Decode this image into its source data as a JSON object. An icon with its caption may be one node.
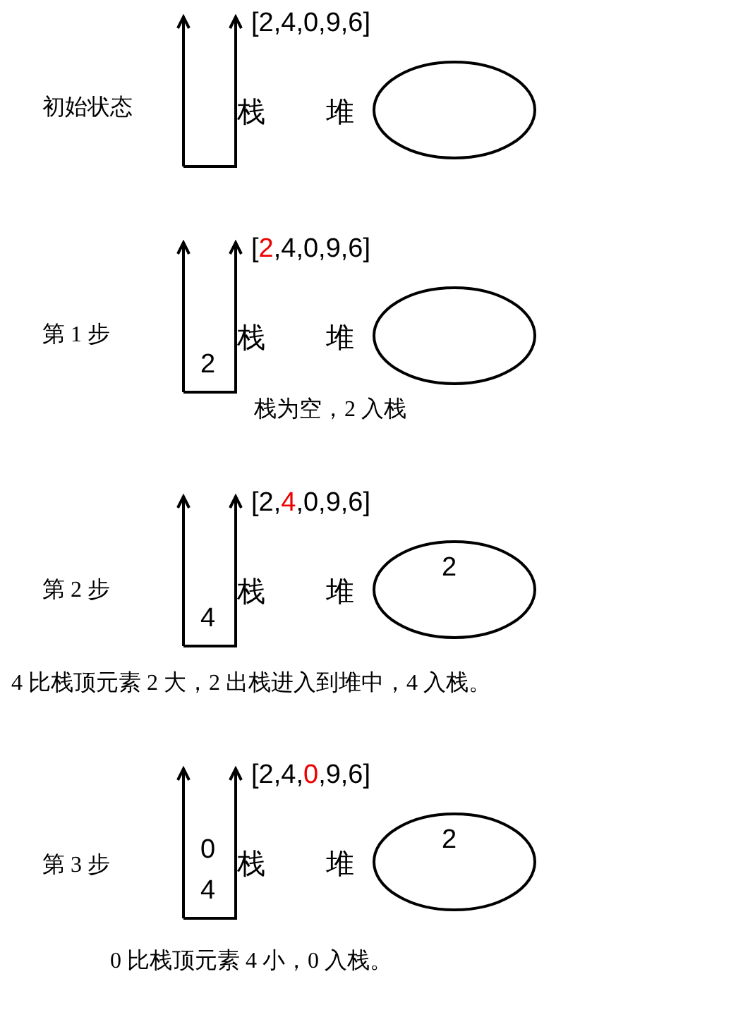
{
  "diagram": {
    "nodes": [
      {
        "text": [],
        "shape": "box",
        "beside": [
          "栈"
        ]
      },
      {
        "text": [],
        "shape": "ellipse",
        "beside": [
          "堆"
        ]
      },
      {
        "text": [
          "2"
        ],
        "beside": [
          "栈"
        ]
      },
      {
        "text": [],
        "shape": "ellipse",
        "beside": [
          "堆"
        ]
      },
      {
        "text": [
          "4"
        ],
        "beside": [
          "栈"
        ]
      },
      {
        "text": [
          "2"
        ],
        "beside": [
          "堆"
        ]
      },
      {
        "text": [
          "0",
          "4"
        ],
        "beside": [
          "栈"
        ]
      },
      {
        "text": [
          "2"
        ],
        "beside": [
          "堆"
        ]
      }
    ],
    "edges": [],
    "labels": [
      "[2,4,0,9,6]",
      "初始状态",
      "[2,4,0,9,6]",
      "第 1 步",
      "栈为空，2 入栈",
      "[2,4,0,9,6]",
      "第 2 步",
      "4 比栈顶元素 2 大，2 出栈进入到堆中，4 入栈。",
      "[2,4,0,9,6]",
      "第 3 步",
      "0 比栈顶元素 4 小，0 入栈。"
    ]
  }
}
